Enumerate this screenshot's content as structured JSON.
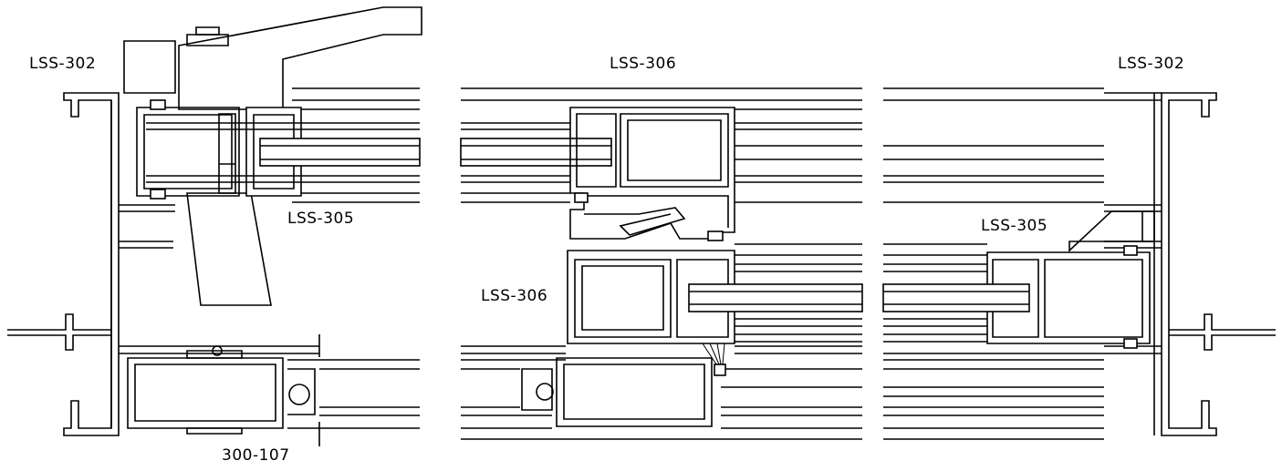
{
  "labels": {
    "left_frame": "LSS-302",
    "middle_top": "LSS-306",
    "right_frame": "LSS-302",
    "left_sash": "LSS-305",
    "right_sash": "LSS-305",
    "middle_sash": "LSS-306",
    "bottom_track": "300-107"
  }
}
